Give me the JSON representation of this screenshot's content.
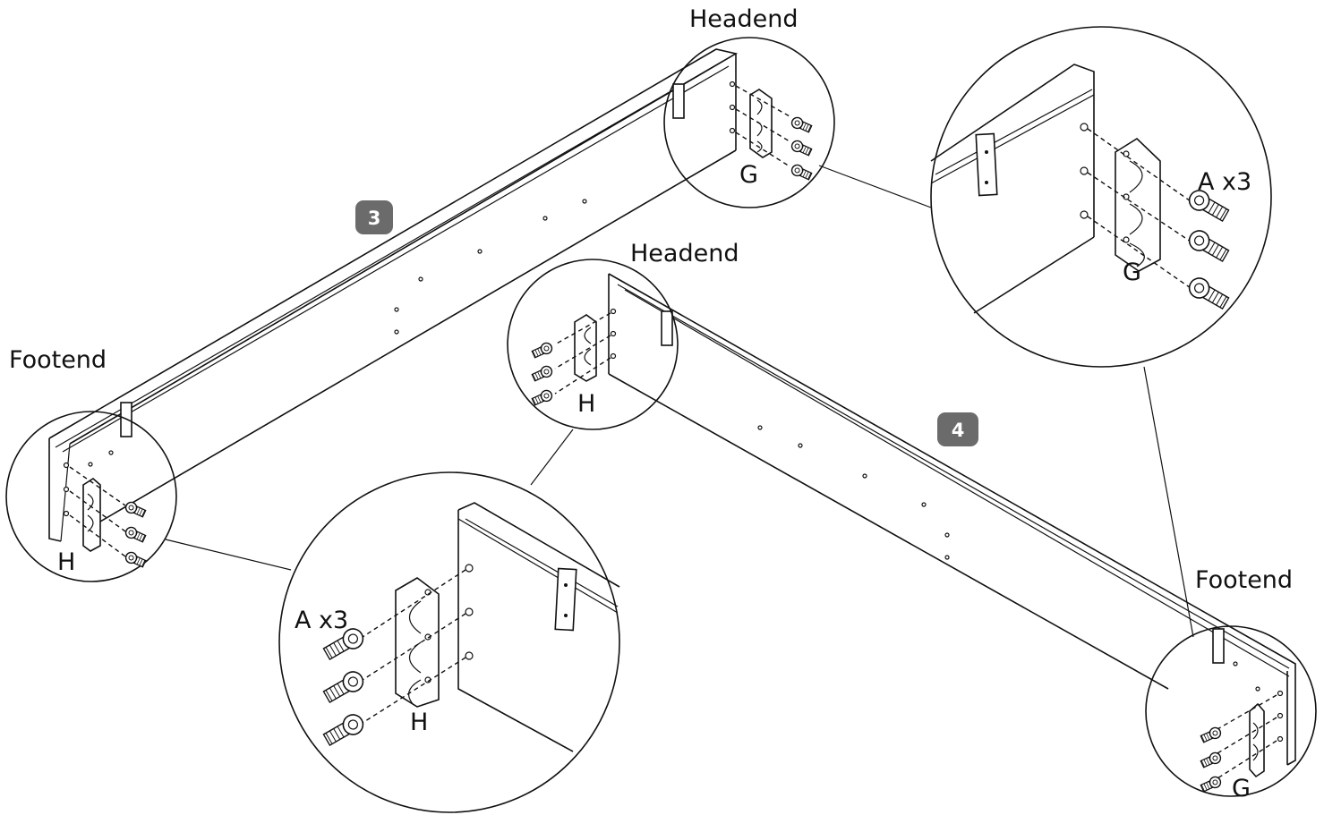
{
  "labels": {
    "headend_top": "Headend",
    "headend_mid": "Headend",
    "footend_left": "Footend",
    "footend_right": "Footend",
    "g_top": "G",
    "g_zoom": "G",
    "g_right": "G",
    "h_mid": "H",
    "h_left": "H",
    "h_zoom": "H",
    "qty_right": "A x3",
    "qty_left": "A x3"
  },
  "steps": {
    "step3": "3",
    "step4": "4"
  },
  "colors": {
    "line": "#111111",
    "badge": "#6b6b6b",
    "background": "#ffffff"
  }
}
